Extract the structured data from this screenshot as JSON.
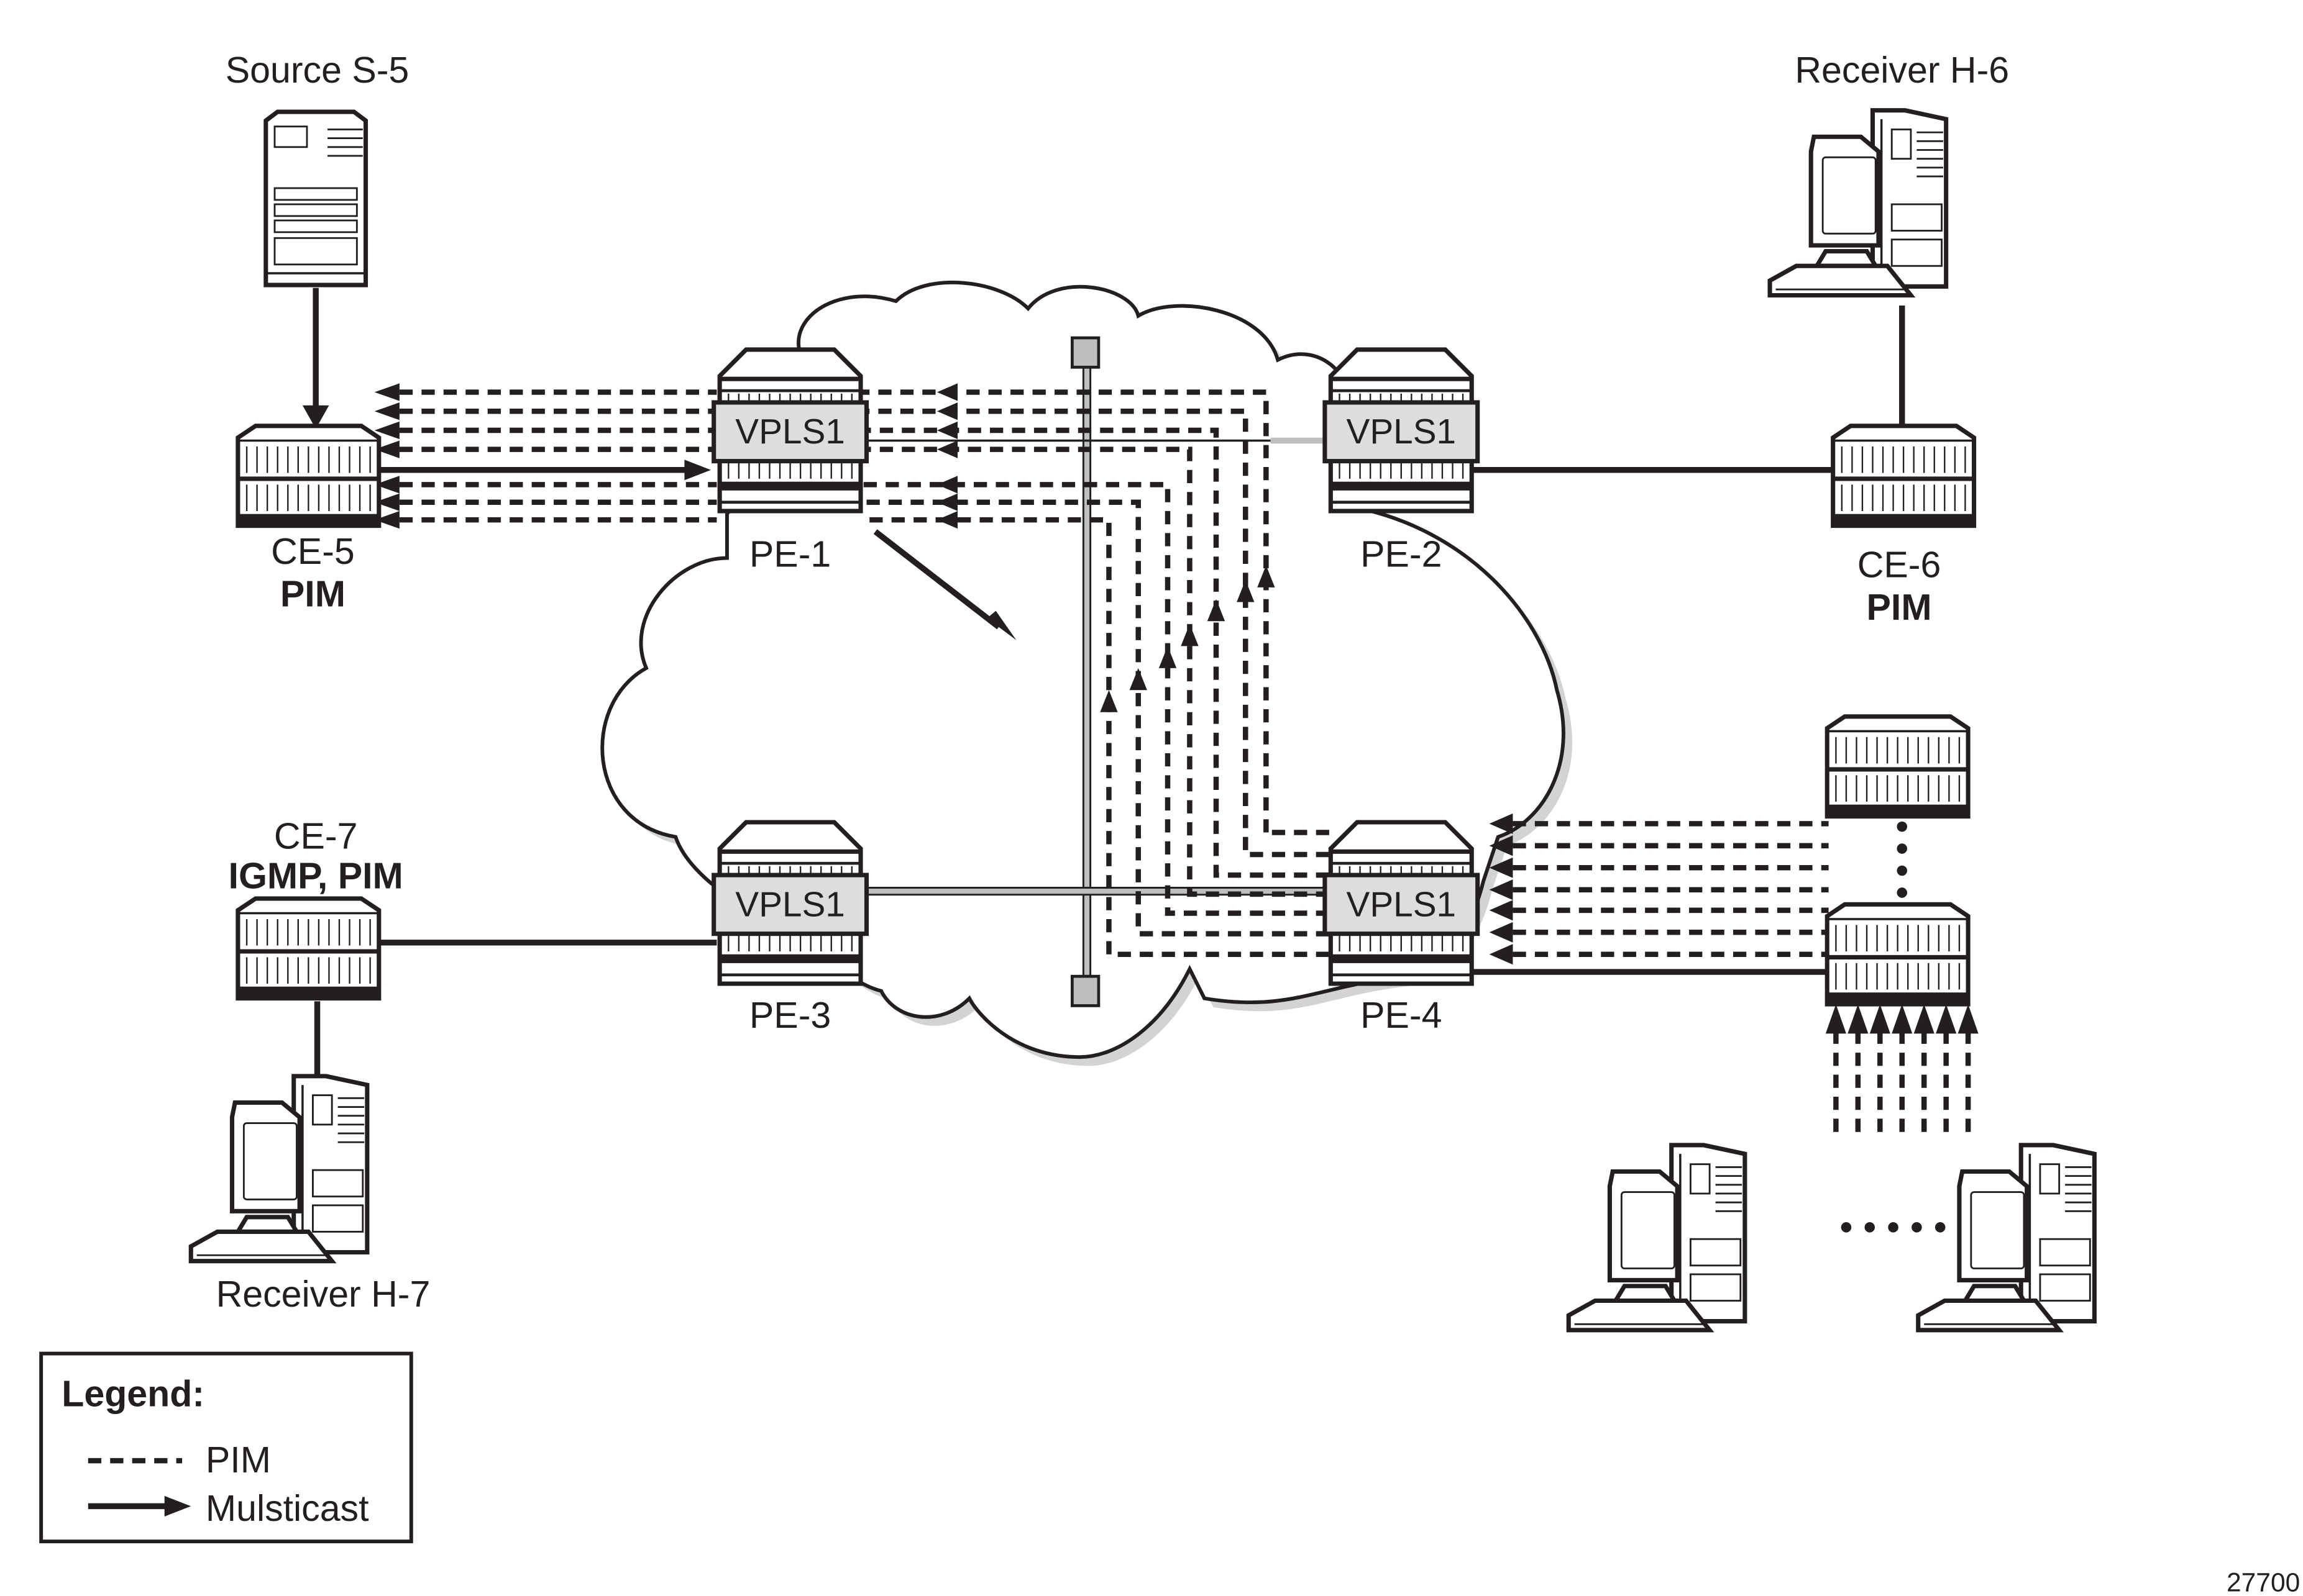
{
  "figure_id": "27700",
  "nodes": {
    "source": {
      "label": "Source S-5",
      "icon": "server-icon"
    },
    "receiver_h6": {
      "label": "Receiver H-6",
      "icon": "workstation-icon"
    },
    "receiver_h7": {
      "label": "Receiver H-7",
      "icon": "workstation-icon"
    },
    "ce5": {
      "label": "CE-5",
      "protocol": "PIM"
    },
    "ce6": {
      "label": "CE-6",
      "protocol": "PIM"
    },
    "ce7": {
      "label": "CE-7",
      "protocol": "IGMP, PIM"
    },
    "pe1": {
      "label": "PE-1",
      "service": "VPLS1"
    },
    "pe2": {
      "label": "PE-2",
      "service": "VPLS1"
    },
    "pe3": {
      "label": "PE-3",
      "service": "VPLS1"
    },
    "pe4": {
      "label": "PE-4",
      "service": "VPLS1"
    },
    "extra_routers": {
      "icon": "router-icon",
      "count_shown": 2
    },
    "extra_hosts": {
      "icon": "workstation-icon",
      "count_shown": 2
    }
  },
  "legend": {
    "title": "Legend:",
    "items": [
      {
        "style": "dashed",
        "label": "PIM"
      },
      {
        "style": "arrow",
        "label": "Mulsticast"
      }
    ]
  },
  "colors": {
    "ink": "#231f20",
    "vpls_fill": "#dcddde",
    "grey_link": "#bcbec0",
    "cloud_shadow": "#d1d3d4"
  }
}
